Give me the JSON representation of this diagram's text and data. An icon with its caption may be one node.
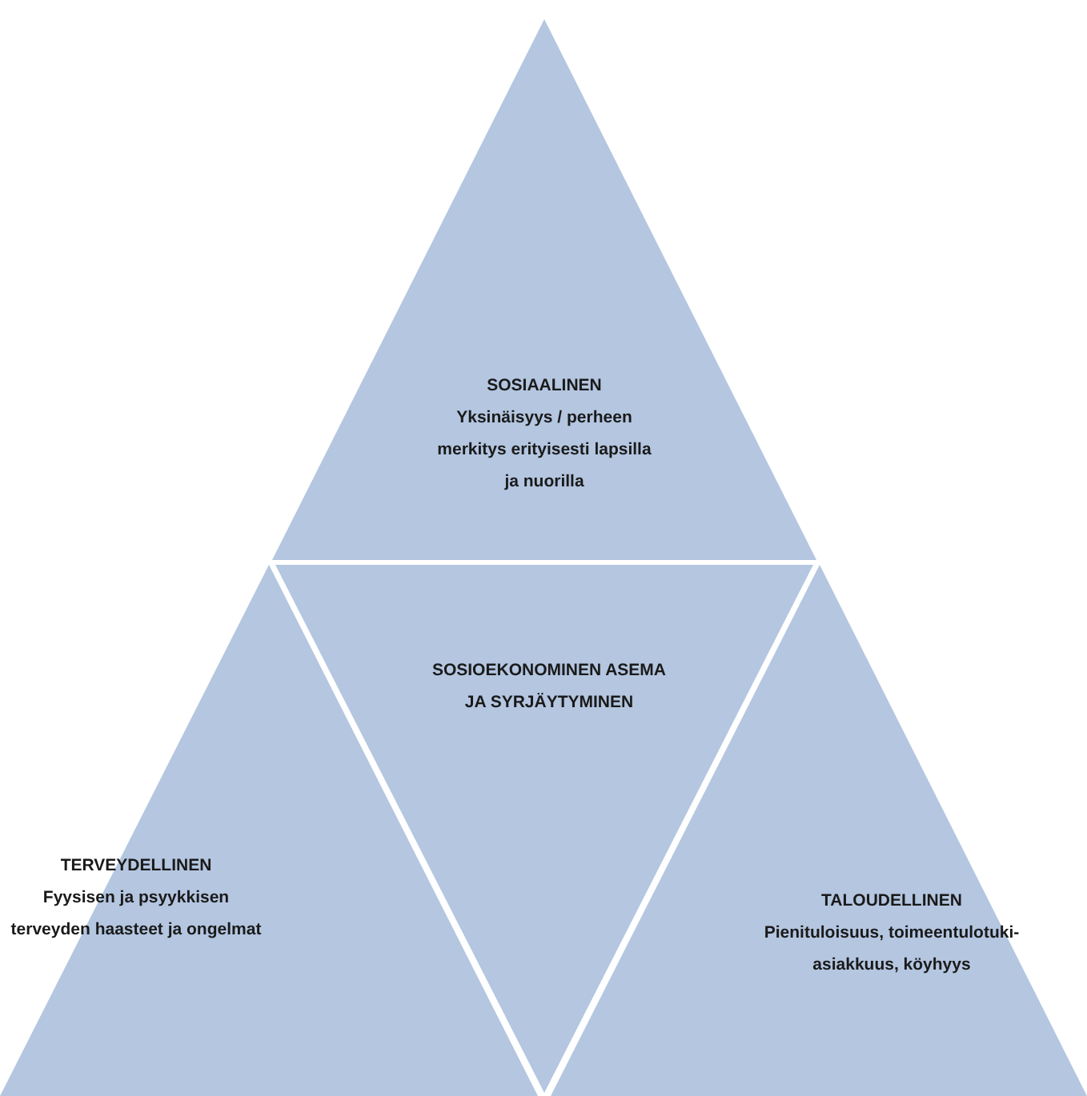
{
  "diagram": {
    "nodes": [
      {
        "text": [
          "SOSIAALINEN",
          "Yksinäisyys / perheen merkitys erityisesti lapsilla ja nuorilla"
        ]
      },
      {
        "text": [
          "SOSIOEKONOMINEN ASEMA JA SYRJÄYTYMINEN"
        ]
      },
      {
        "text": [
          "TERVEYDELLINEN",
          "Fyysisen ja psyykkisen terveyden haasteet ja ongelmat"
        ]
      },
      {
        "text": [
          "TALOUDELLINEN",
          "Pienituloisuus, toimeentulotuki-asiakkuus, köyhyys"
        ]
      }
    ]
  }
}
